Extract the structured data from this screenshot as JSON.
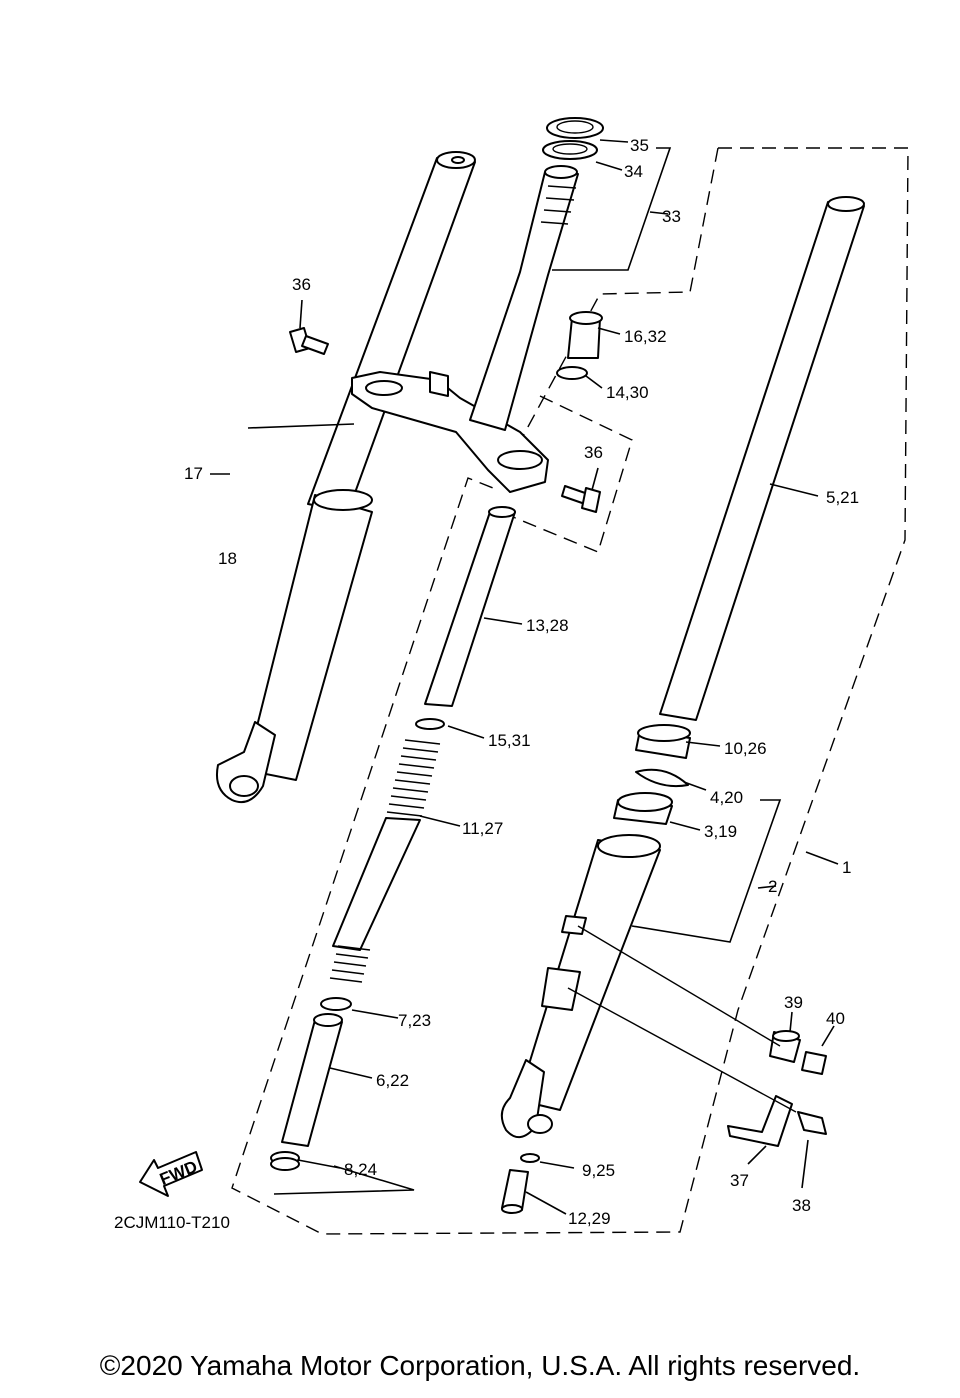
{
  "diagram_code": "2CJM110-T210",
  "fwd_label": "FWD",
  "copyright": "©2020 Yamaha Motor Corporation, U.S.A. All rights reserved.",
  "callouts": {
    "c1": "1",
    "c2": "2",
    "c3_19": "3,19",
    "c4_20": "4,20",
    "c5_21": "5,21",
    "c6_22": "6,22",
    "c7_23": "7,23",
    "c8_24": "8,24",
    "c9_25": "9,25",
    "c10_26": "10,26",
    "c11_27": "11,27",
    "c12_29": "12,29",
    "c13_28": "13,28",
    "c14_30": "14,30",
    "c15_31": "15,31",
    "c16_32": "16,32",
    "c17": "17",
    "c18": "18",
    "c33": "33",
    "c34": "34",
    "c35": "35",
    "c36a": "36",
    "c36b": "36",
    "c37": "37",
    "c38": "38",
    "c39": "39",
    "c40": "40"
  }
}
